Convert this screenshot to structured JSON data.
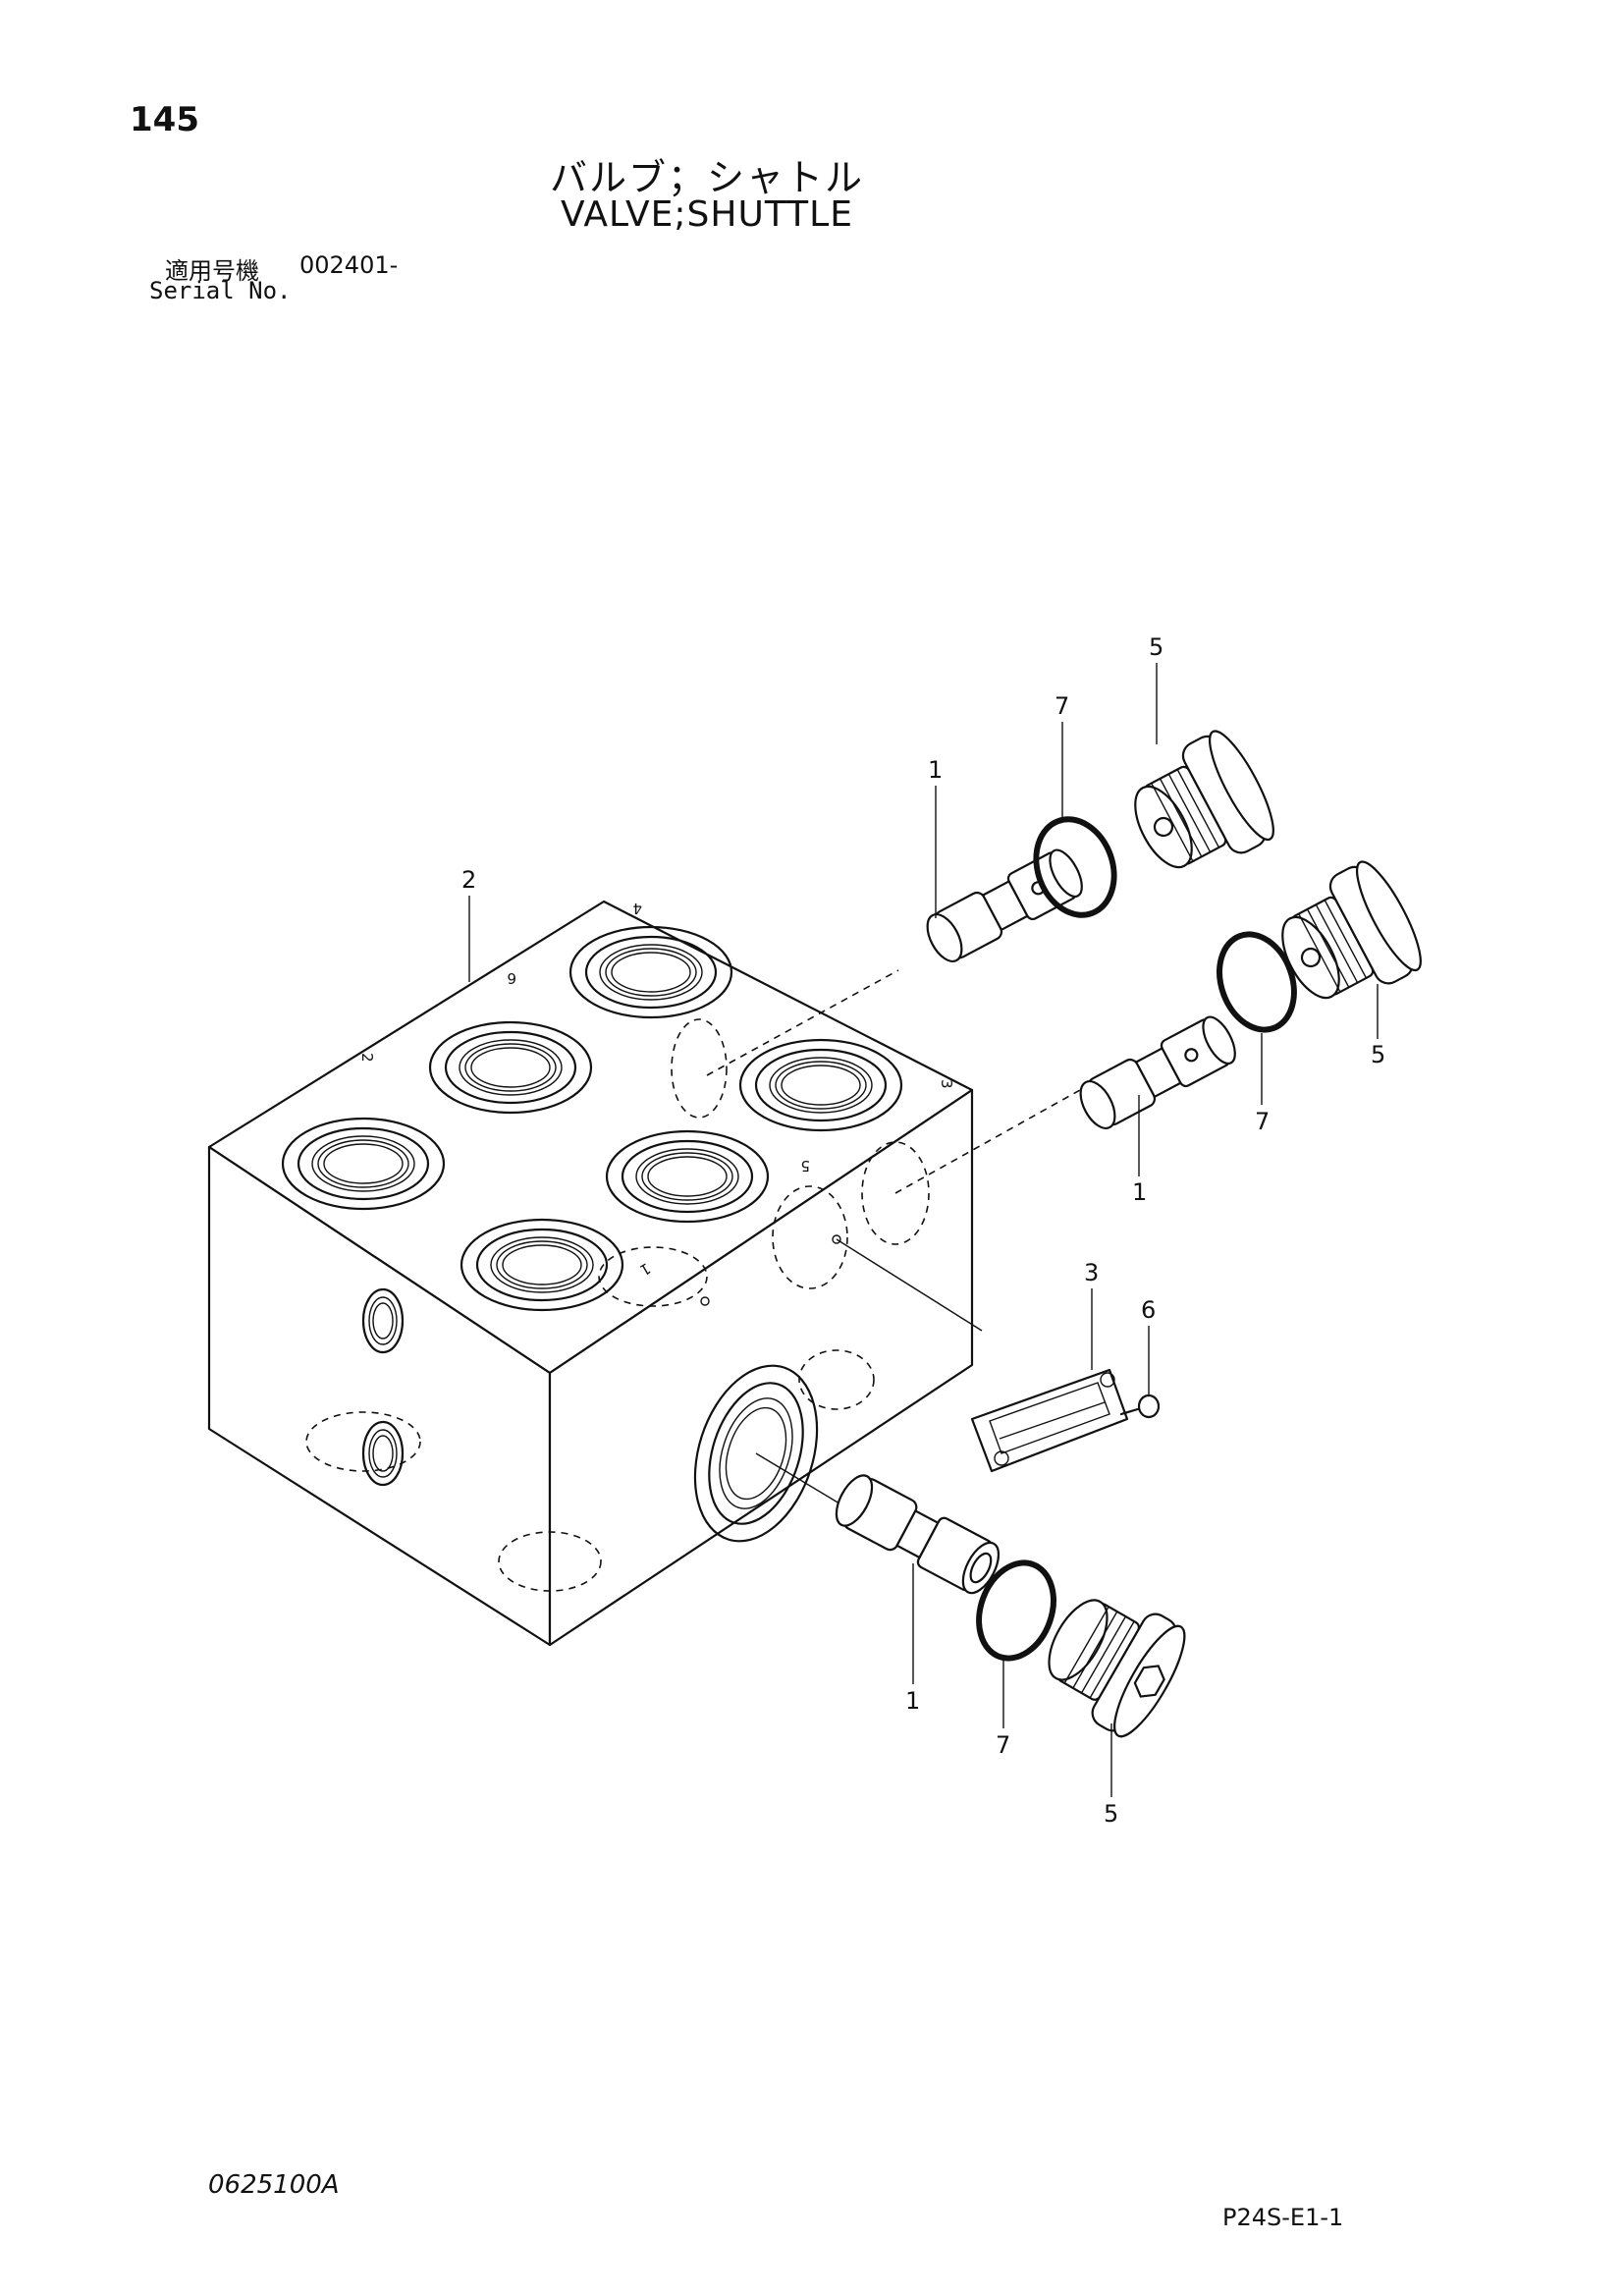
{
  "header": {
    "page_number": "145",
    "title_jp": "バルブ；シャトル",
    "title_en": "VALVE;SHUTTLE",
    "serial_label_jp": "適用号機",
    "serial_value": "002401-",
    "serial_label_en": "Serial No."
  },
  "callouts": {
    "spool_top": "1",
    "spool_mid": "1",
    "spool_bottom": "1",
    "block": "2",
    "nameplate": "3",
    "plug_top": "5",
    "plug_mid": "5",
    "plug_bottom": "5",
    "screw": "6",
    "oring_top": "7",
    "oring_mid": "7",
    "oring_bottom": "7"
  },
  "ports": [
    "1",
    "2",
    "3",
    "4",
    "5",
    "6"
  ],
  "footer": {
    "drawing_code": "0625100A",
    "page_code": "P24S-E1-1"
  }
}
